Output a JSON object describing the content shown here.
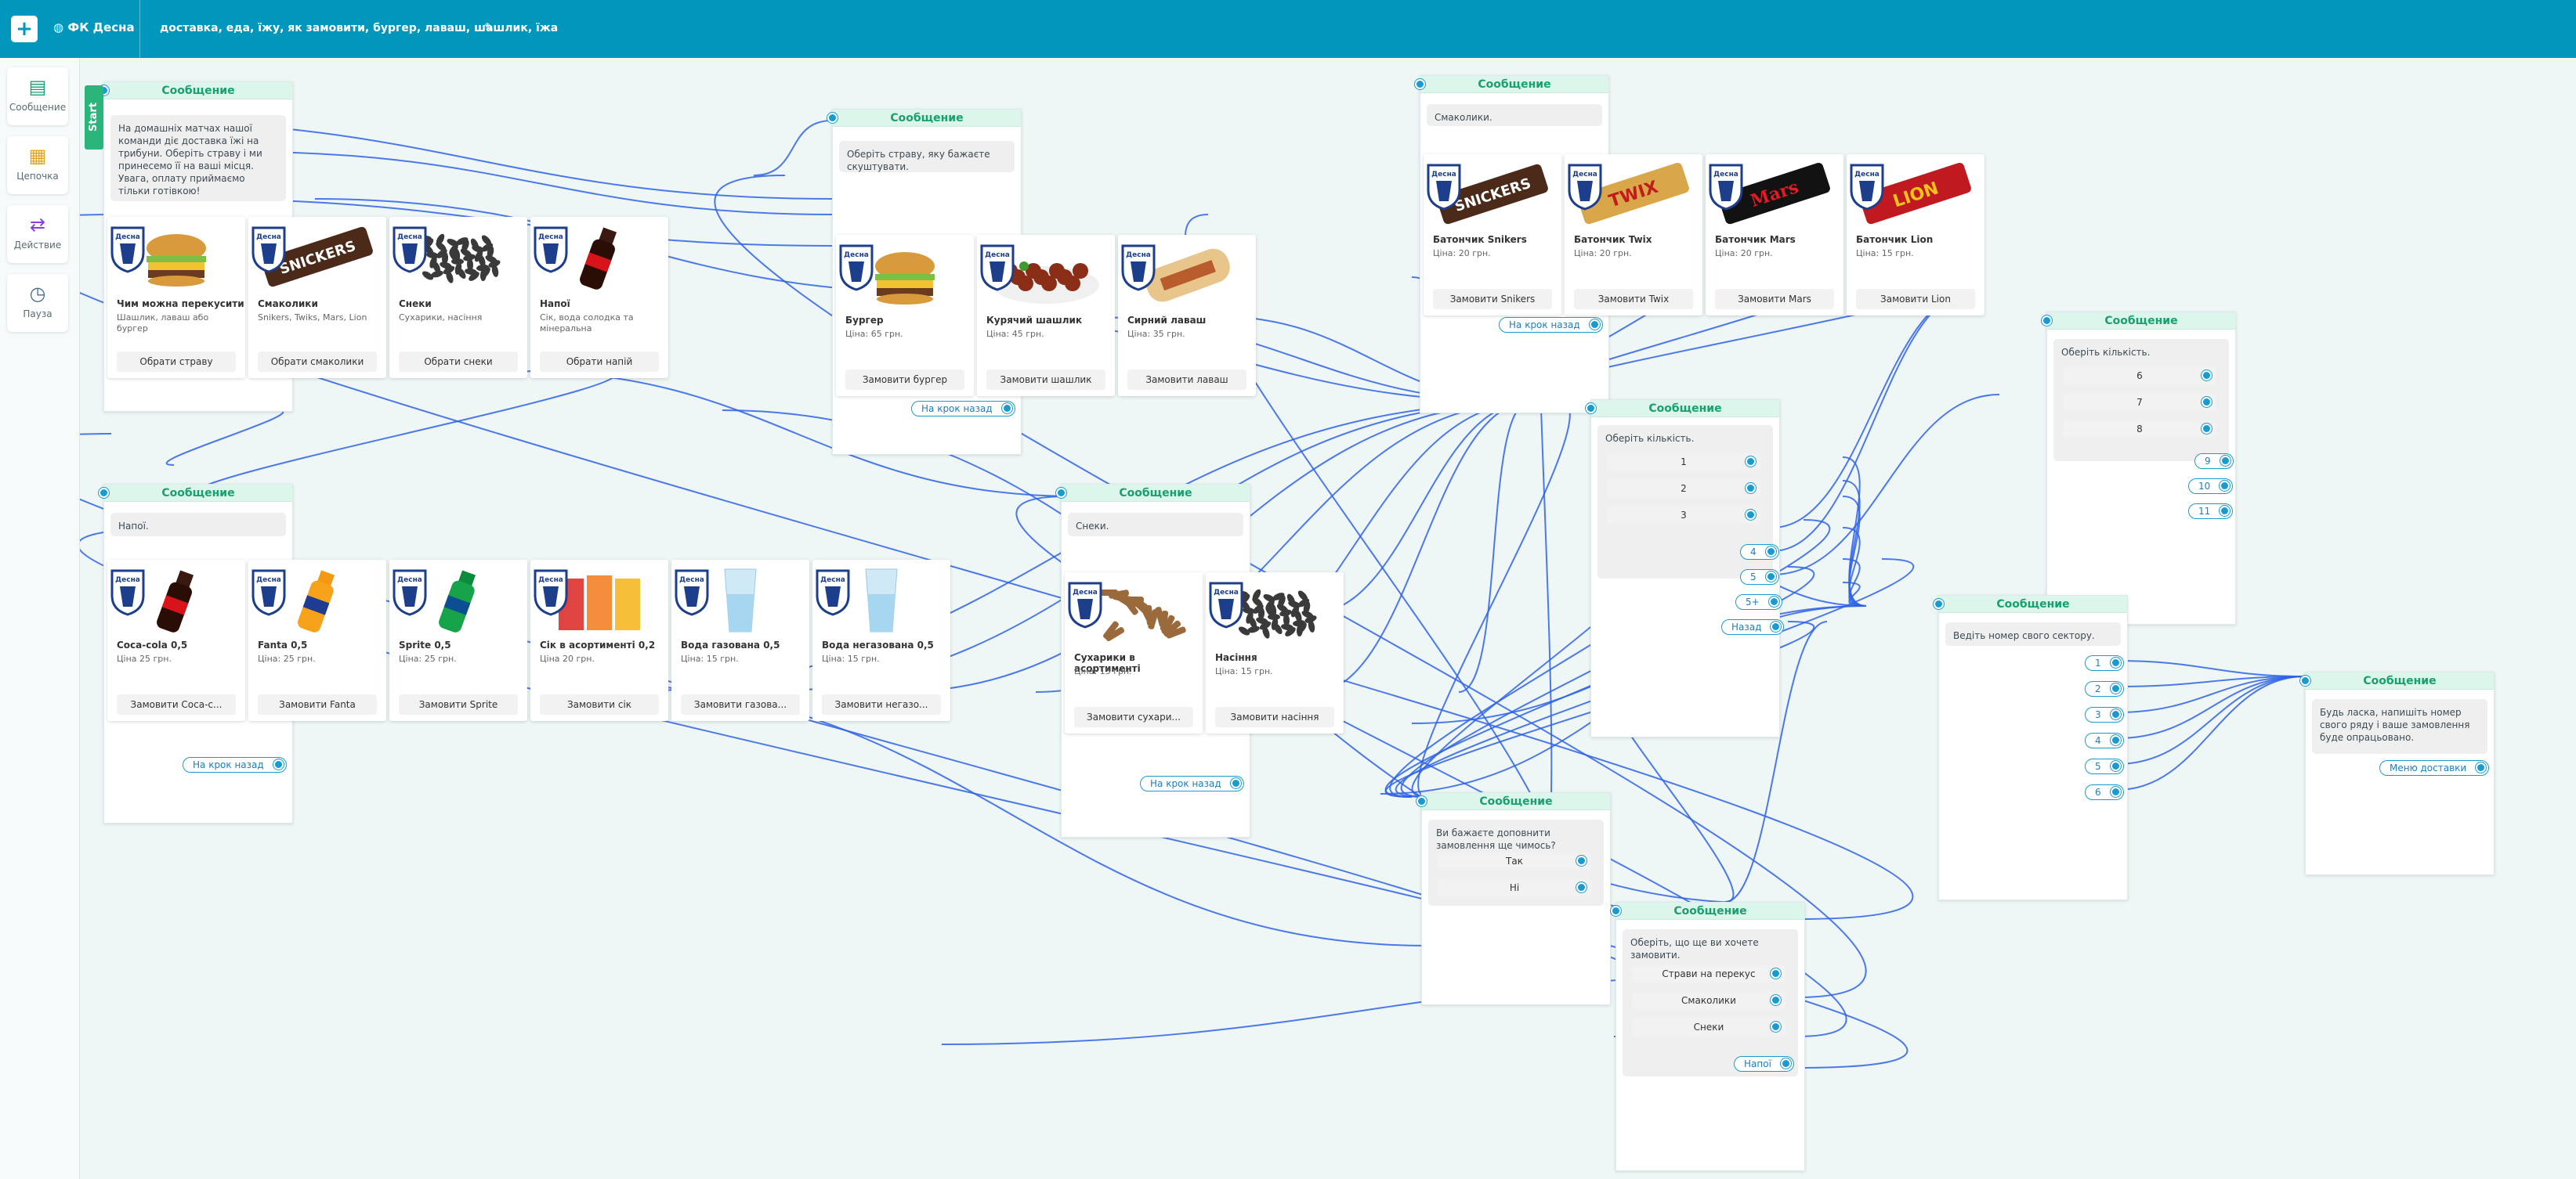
{
  "topbar": {
    "bot_name": "ФК Десна",
    "keywords": "доставка, еда, їжу, як замовити, бургер, лаваш, шашлик, їжа"
  },
  "sidebar": [
    {
      "label": "Сообщение",
      "icon": "message-icon"
    },
    {
      "label": "Цепочка",
      "icon": "chain-icon"
    },
    {
      "label": "Действие",
      "icon": "action-icon"
    },
    {
      "label": "Пауза",
      "icon": "timer-icon"
    }
  ],
  "start_label": "Start",
  "header": "Сообщение",
  "brand_badge": "Десна",
  "colors": {
    "accent": "#0197bd",
    "wire": "#2f63e6",
    "pin": "#1a9bd0",
    "header_green": "#18a070"
  },
  "nodes": {
    "start": {
      "text": "На домашніх матчах нашої команди діє доставка їжі на трибуни. Оберіть страву і ми принесемо її на ваші місця. Увага, оплату приймаємо тільки готівкою!",
      "cards": [
        {
          "title": "Чим можна перекусити",
          "subtitle": "Шашлик, лаваш або бургер",
          "button": "Обрати страву",
          "img": "burger"
        },
        {
          "title": "Смаколики",
          "subtitle": "Snikers, Twiks, Mars, Lion",
          "button": "Обрати смаколики",
          "img": "snickers"
        },
        {
          "title": "Снеки",
          "subtitle": "Сухарики, насіння",
          "button": "Обрати снеки",
          "img": "seeds"
        },
        {
          "title": "Напої",
          "subtitle": "Сік, вода солодка та мінеральна",
          "button": "Обрати напій",
          "img": "cola"
        }
      ]
    },
    "food": {
      "text": "Оберіть страву, яку бажаєте скуштувати.",
      "cards": [
        {
          "title": "Бургер",
          "subtitle": "Ціна: 65 грн.",
          "button": "Замовити бургер",
          "img": "burger"
        },
        {
          "title": "Курячий шашлик",
          "subtitle": "Ціна: 45 грн.",
          "button": "Замовити шашлик",
          "img": "kebab"
        },
        {
          "title": "Сирний лаваш",
          "subtitle": "Ціна: 35 грн.",
          "button": "Замовити лаваш",
          "img": "lavash"
        }
      ],
      "back": "На крок назад"
    },
    "sweets": {
      "text": "Смаколики.",
      "cards": [
        {
          "title": "Батончик Snikers",
          "subtitle": "Ціна: 20 грн.",
          "button": "Замовити Snikers",
          "img": "snickers"
        },
        {
          "title": "Батончик Twix",
          "subtitle": "Ціна: 20 грн.",
          "button": "Замовити Twix",
          "img": "twix"
        },
        {
          "title": "Батончик Mars",
          "subtitle": "Ціна: 20 грн.",
          "button": "Замовити Mars",
          "img": "mars"
        },
        {
          "title": "Батончик Lion",
          "subtitle": "Ціна: 15 грн.",
          "button": "Замовити Lion",
          "img": "lion"
        }
      ],
      "back": "На крок назад"
    },
    "drinks": {
      "text": "Напої.",
      "cards": [
        {
          "title": "Coca-cola 0,5",
          "subtitle": "Ціна 25 грн.",
          "button": "Замовити Coca-c...",
          "img": "cola"
        },
        {
          "title": "Fanta 0,5",
          "subtitle": "Ціна: 25 грн.",
          "button": "Замовити Fanta",
          "img": "fanta"
        },
        {
          "title": "Sprite 0,5",
          "subtitle": "Ціна: 25 грн.",
          "button": "Замовити Sprite",
          "img": "sprite"
        },
        {
          "title": "Сік в асортименті 0,2",
          "subtitle": "Ціна 20 грн.",
          "button": "Замовити сік",
          "img": "juice"
        },
        {
          "title": "Вода газована 0,5",
          "subtitle": "Ціна: 15 грн.",
          "button": "Замовити газова...",
          "img": "water"
        },
        {
          "title": "Вода негазована 0,5",
          "subtitle": "Ціна: 15 грн.",
          "button": "Замовити негазо...",
          "img": "water"
        }
      ],
      "back": "На крок назад"
    },
    "snacks": {
      "text": "Снеки.",
      "cards": [
        {
          "title": "Сухарики в асортименті",
          "subtitle": "Ціна: 15 грн.",
          "button": "Замовити сухари...",
          "img": "croutons"
        },
        {
          "title": "Насіння",
          "subtitle": "Ціна: 15 грн.",
          "button": "Замовити насіння",
          "img": "seeds"
        }
      ],
      "back": "На крок назад"
    },
    "qty1": {
      "text": "Оберіть кількість.",
      "options": [
        "1",
        "2",
        "3"
      ],
      "pills": [
        "4",
        "5",
        "5+",
        "Назад"
      ]
    },
    "qty2": {
      "text": "Оберіть кількість.",
      "options": [
        "6",
        "7",
        "8"
      ],
      "pills": [
        "9",
        "10",
        "11"
      ]
    },
    "sector": {
      "text": "Ведіть номер свого сектору.",
      "pills": [
        "1",
        "2",
        "3",
        "4",
        "5",
        "6"
      ]
    },
    "final": {
      "text": "Будь ласка, напишіть номер свого ряду і ваше замовлення буде опрацьовано.",
      "pill": "Меню доставки"
    },
    "more": {
      "text": "Ви бажаєте доповнити замовлення ще чимось?",
      "options": [
        "Так",
        "Ні"
      ]
    },
    "what": {
      "text": "Оберіть, що ще ви хочете замовити.",
      "options": [
        "Страви на перекус",
        "Смаколики",
        "Снеки"
      ],
      "pill": "Напої"
    }
  }
}
